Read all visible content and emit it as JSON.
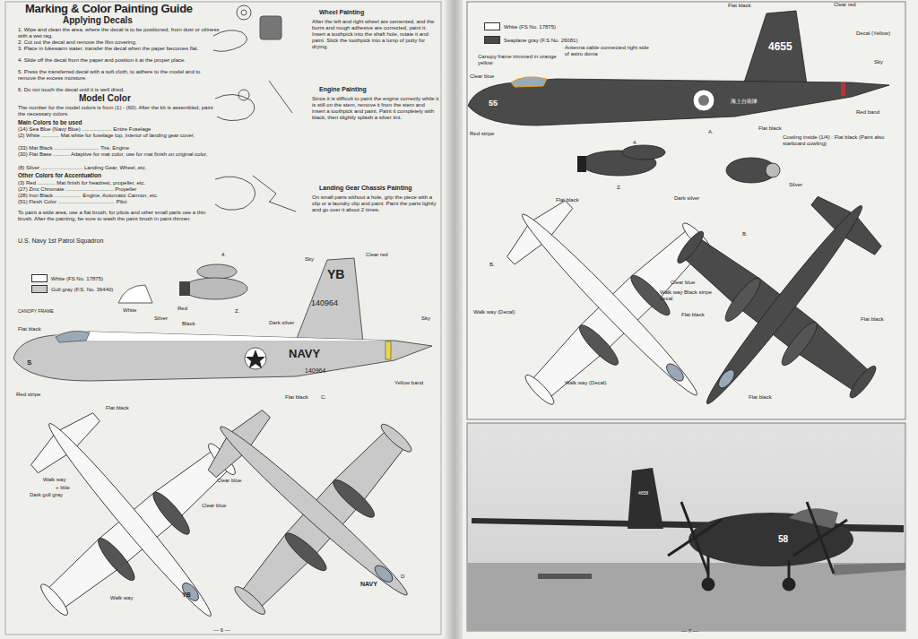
{
  "diagram": {
    "title": "Marking & Color Painting Guide",
    "labels": [
      "Applying Decals",
      "1. Wipe and clean the area, where the decal is to be positioned, from dust or oiliness with a wet rag.",
      "2. Cut out the decal and remove the film covering.",
      "3. Place in lukewarm water, transfer the decal when the paper becomes flat.",
      "4. Slide off the decal from the paper and position it at the proper place.",
      "5. Press the transferred decal with a soft cloth, to adhere to the model and to remove the excess moisture.",
      "6. Do not touch the decal until it is well dried.",
      "Model Color",
      "The number for the model colors is from (1) - (60). After the kit is assembled, paint the necessary colors.",
      "Main Colors to be used",
      "(14) Sea Blue (Navy Blue) .................... Entire Fuselage",
      "(2) White ............ Mat white for fuselage top, interior of landing gear cover,",
      "(33) Mat Black .............................. Tire, Engine",
      "(30) Flat Base ........... Adaptive for mat color, use for mat finish on original color,",
      "(8) Silver ............................ Landing Gear, Wheel, etc.",
      "Other Colors for Accentuation",
      "(3) Red ............ Mat finish for headrest, propeller, etc.",
      "(27) Zinc Chromate ................................ Propeller",
      "(28) Iron Black .................. Engine, Automatic Cannon, etc.",
      "(51) Flesh Color ...................................... Pilot",
      "To paint a wide area, use a flat brush; for pilots and other small parts use a thin brush. After the painting, be sure to wash the paint brush in paint thinner.",
      "U.S. Navy 1st Patrol Squadron",
      "CANOPY FRAME",
      "White",
      "Silver",
      "Red",
      "Black",
      "Z.",
      "4.",
      "Dark silver",
      "Sky",
      "Clear red",
      "Flat black",
      "YB",
      "140964",
      "NAVY",
      "140964",
      "Sky",
      "Yellow band",
      "S",
      "Red stripe",
      "Flat black",
      "Flat black",
      "C.",
      "Walk way",
      "+ little",
      "Dark gull gray",
      "Clear blue",
      "Clear blue",
      "Walk way",
      "YB",
      "D",
      "NAVY",
      "Wheel Painting",
      "After the left and right wheel are cemented, and the burrs and rough adhesive are corrected, paint it. Insert a toothpick into the shaft hole, rotate it and paint. Stick the toothpick into a lump of putty for drying.",
      "Engine Painting",
      "Since it is difficult to paint the engine correctly while it is still on the stem, remove it from the stem and insert a toothpick and paint. Paint it completely with black; then slightly splash a silver tint.",
      "Landing Gear Chassis Painting",
      "On small parts without a hole, grip the piece with a clip or a laundry clip and paint. Paint the parts lightly and go over it about 2 times.",
      "— 6 —",
      "Flat black",
      "Clear red",
      "4655",
      "Decal (Yellow)",
      "Sky",
      "Red band",
      "Canopy frame trimmed in orange yellow",
      "Antenna cable connected right side of astro doma",
      "Clear blue",
      "55",
      "Red stripe",
      "海上自衛隊",
      "Flat black",
      "A.",
      "Cowling inside (1/4) : Flat black (Paint also starboard cowling)",
      "4.",
      "Flat black",
      "Z.",
      "Dark silver",
      "Silver",
      "B.",
      "Clear blue",
      "Walk way Black stripe decal",
      "Walk way (Decal)",
      "Flat black",
      "Walk way (Decal)",
      "B.",
      "Flat black",
      "Flat black",
      "4658",
      "58",
      "— 7 —"
    ],
    "legend": [
      {
        "text": "White (FS No. 17875)",
        "color": "#ffffff"
      },
      {
        "text": "Gull gray (F.S. No. 36440)",
        "color": "#c9c9c9"
      },
      {
        "text": "White (FS No. 17875)",
        "color": "#ffffff"
      },
      {
        "text": "Seaplane gray (F.S No. 26081)",
        "color": "#4a4a4a"
      }
    ]
  }
}
